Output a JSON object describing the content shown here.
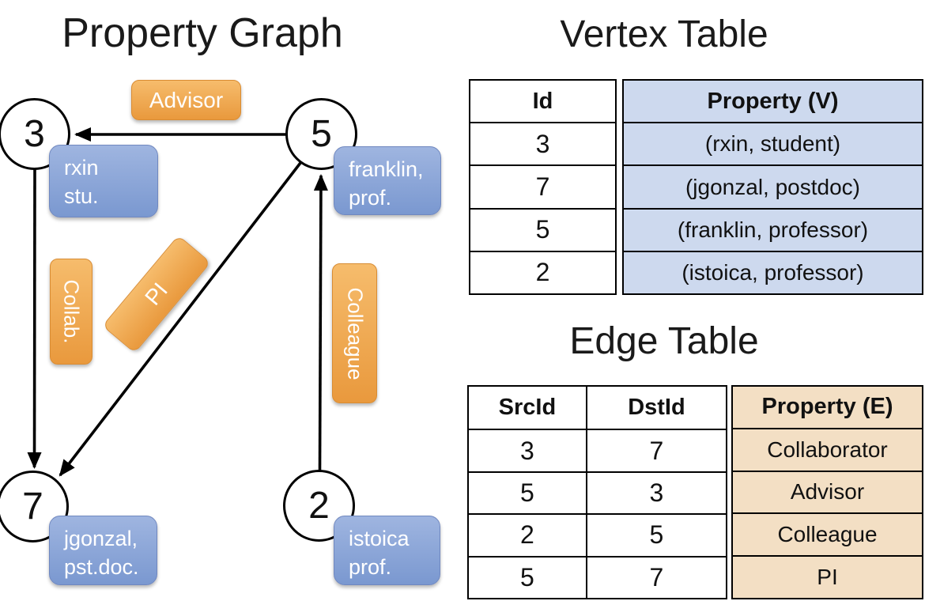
{
  "titles": {
    "graph": "Property Graph",
    "vertex_table": "Vertex Table",
    "edge_table": "Edge Table"
  },
  "graph": {
    "vertices": [
      {
        "id": "3",
        "label_line1": "rxin",
        "label_line2": "stu."
      },
      {
        "id": "5",
        "label_line1": "franklin,",
        "label_line2": "prof."
      },
      {
        "id": "7",
        "label_line1": "jgonzal,",
        "label_line2": "pst.doc."
      },
      {
        "id": "2",
        "label_line1": "istoica",
        "label_line2": "prof."
      }
    ],
    "edge_labels": [
      {
        "label": "Advisor"
      },
      {
        "label": "Collab."
      },
      {
        "label": "PI"
      },
      {
        "label": "Colleague"
      }
    ]
  },
  "vertex_table": {
    "headers": {
      "id": "Id",
      "property": "Property (V)"
    },
    "rows": [
      {
        "id": "3",
        "property": "(rxin, student)"
      },
      {
        "id": "7",
        "property": "(jgonzal, postdoc)"
      },
      {
        "id": "5",
        "property": "(franklin, professor)"
      },
      {
        "id": "2",
        "property": "(istoica, professor)"
      }
    ]
  },
  "edge_table": {
    "headers": {
      "src": "SrcId",
      "dst": "DstId",
      "property": "Property (E)"
    },
    "rows": [
      {
        "src": "3",
        "dst": "7",
        "property": "Collaborator"
      },
      {
        "src": "5",
        "dst": "3",
        "property": "Advisor"
      },
      {
        "src": "2",
        "dst": "5",
        "property": "Colleague"
      },
      {
        "src": "5",
        "dst": "7",
        "property": "PI"
      }
    ]
  },
  "colors": {
    "edge_label_orange_top": "#f6bc6c",
    "edge_label_orange_bottom": "#e9993d",
    "edge_label_orange_border": "#d98c33",
    "vertex_label_blue_top": "#9fb5e0",
    "vertex_label_blue_bottom": "#7a98d0",
    "vertex_label_blue_border": "#7088c0",
    "vertex_cell_bg": "#cdd9ee",
    "edge_cell_bg": "#f3dfc4",
    "line_black": "#000000",
    "label_text": "#ffffff",
    "text": "#111111"
  }
}
